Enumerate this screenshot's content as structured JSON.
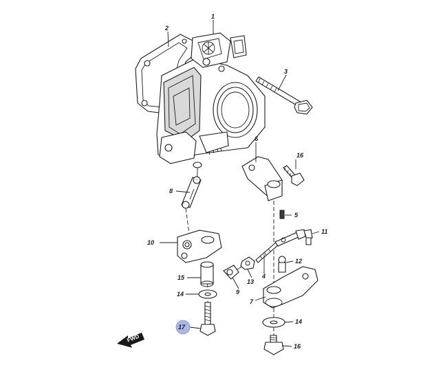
{
  "diagram": {
    "forward_label": "FWD",
    "highlight_color": "#aab8e8",
    "labels": {
      "p1": "1",
      "p2": "2",
      "p3": "3",
      "p4": "4",
      "p5": "5",
      "p6": "6",
      "p7": "7",
      "p8": "8",
      "p9": "9",
      "p10": "10",
      "p11": "11",
      "p12": "12",
      "p13": "13",
      "p14a": "14",
      "p14b": "14",
      "p15": "15",
      "p16a": "16",
      "p16b": "16",
      "p17": "17"
    }
  }
}
